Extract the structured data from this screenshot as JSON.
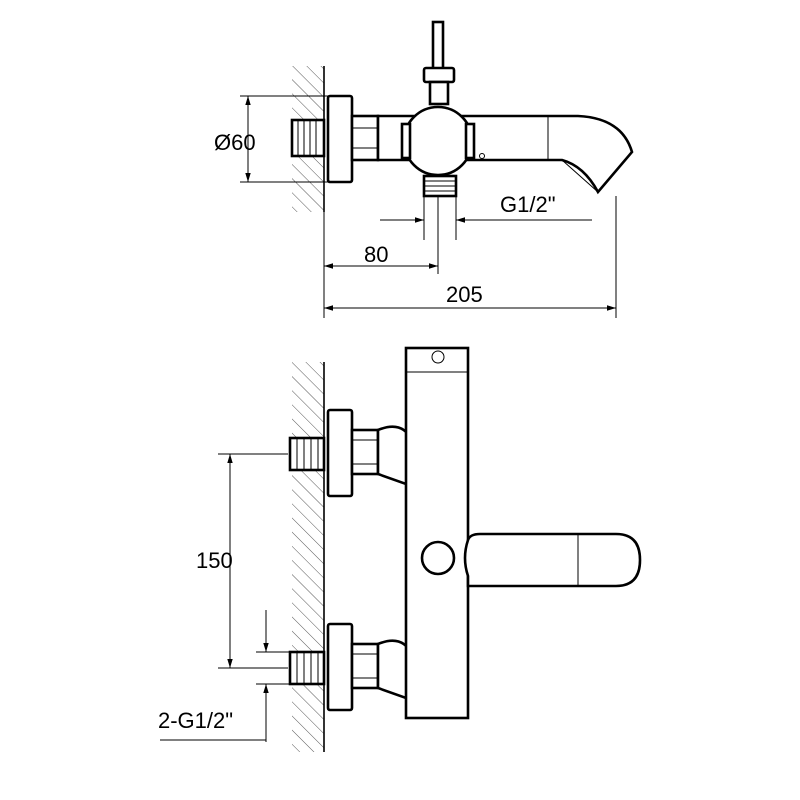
{
  "dimensions": {
    "diameter": "Ø60",
    "thread_outlet": "G1/2\"",
    "offset": "80",
    "overall_length": "205",
    "center_distance": "150",
    "inlet_thread": "2-G1/2\""
  }
}
